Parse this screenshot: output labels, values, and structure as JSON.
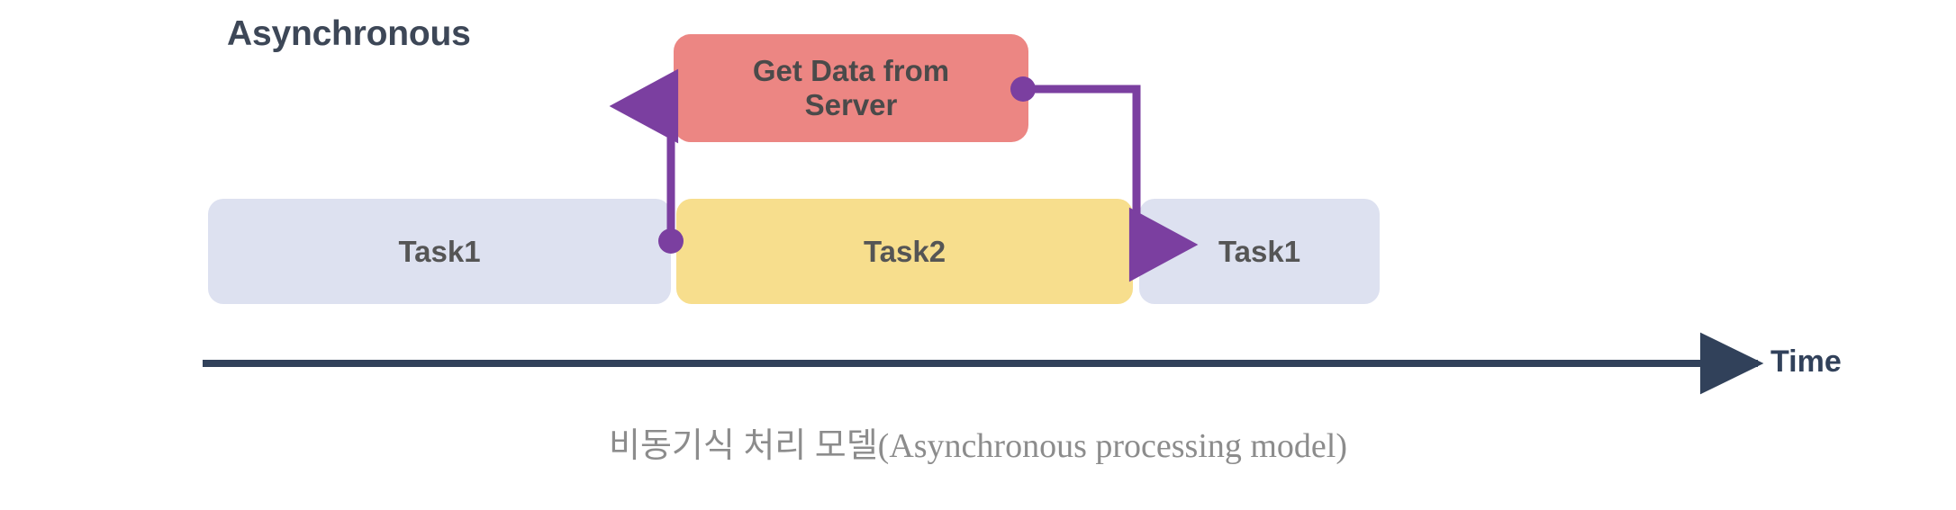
{
  "diagram": {
    "title": "Asynchronous",
    "caption": "비동기식 처리 모델(Asynchronous processing model)",
    "callout": {
      "label": "Get Data from Server",
      "line1": "Get Data from",
      "line2": "Server",
      "color": "#ec8683",
      "text_color": "#4a4a4a"
    },
    "timeline": {
      "axis_label": "Time",
      "axis_color": "#31415a",
      "bars": [
        {
          "label": "Task1",
          "color": "#dde1f0"
        },
        {
          "label": "Task2",
          "color": "#f7de8d"
        },
        {
          "label": "Task1",
          "color": "#dde1f0"
        }
      ]
    },
    "flow": {
      "color": "#7b3fa0",
      "request_arrow": "request-arrow-up",
      "response_arrow": "response-arrow-down"
    },
    "colors": {
      "title": "#3d4757",
      "caption": "#8c8c8c",
      "background": "#ffffff"
    }
  }
}
